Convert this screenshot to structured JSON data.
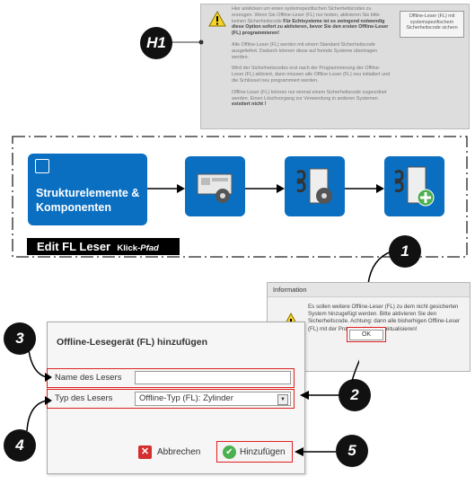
{
  "callouts": {
    "h1": "H1",
    "n1": "1",
    "n2": "2",
    "n3": "3",
    "n4": "4",
    "n5": "5"
  },
  "warning_panel": {
    "p1_pre": "Hier anklicken um einen systemspezifischen Sicherheitscodes zu erzeugen. Wenn Sie Offline-Leser (FL) nur testen, aktivieren Sie bitte keinen Sicherheitscode",
    "p1_bold": "Für Echtsysteme ist es zwingend notwendig diese Option sofort zu aktivieren, bevor Sie den ersten Offline-Leser (FL) programmieren!",
    "p2": "Alle Offline-Leser (FL) werden mit einem Standard Sicherheitscode ausgeliefert. Dadurch können diese auf fremde Systeme übertragen werden.",
    "p3": "Wird der Sicherheitscodes erst nach der Programmierung der Offline-Leser (FL) aktiviert, dann müssen alle Offline-Leser (FL) neu initialiert und die Schlüssel neu programmiert werden.",
    "p4_pre": "Offline-Leser (FL) können nur einmal einem Sicherheitscode zugeordnet werden. Einen Löschvorgang zur Verwendung in anderen Systemen",
    "p4_bold": "existiert nicht !",
    "button": "Offline-Leser (FL) mit systemspezifischem Sicherheitscode sichern"
  },
  "flow": {
    "tile1_label": "Strukturelemente & Komponenten",
    "edit_bar": "Edit FL Leser",
    "edit_klick": "Klick-",
    "edit_pfad": "Pfad"
  },
  "info_dialog": {
    "title": "Information",
    "message": "Es sollen weitere Offline-Leser (FL) zu dem nicht gesicherten System hinzugefügt werden. Bitte aktivieren Sie den Sicherheitscode. Achtung: dann alle bisherhigen Offline-Leser (FL) mit der Programmierkarte aktualisieren!",
    "ok": "OK"
  },
  "add_dialog": {
    "title": "Offline-Lesegerät (FL) hinzufügen",
    "name_label": "Name des Lesers",
    "name_value": "",
    "type_label": "Typ des Lesers",
    "type_value": "Offline-Typ (FL): Zylinder",
    "cancel": "Abbrechen",
    "add": "Hinzufügen"
  },
  "colors": {
    "tile_blue": "#0a6fc1",
    "highlight_red": "#e02020"
  }
}
